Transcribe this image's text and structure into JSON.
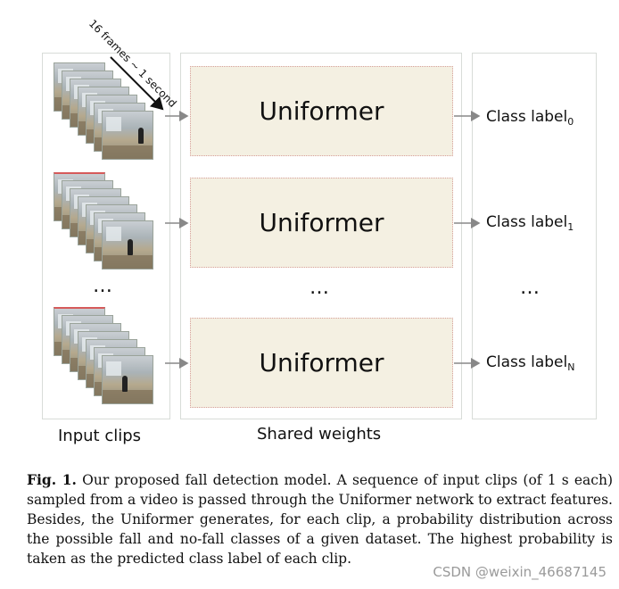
{
  "diagram": {
    "annotation": "16 frames ~ 1 second",
    "uniformer_label": "Uniformer",
    "class_labels": [
      {
        "base": "Class label",
        "sub": "0"
      },
      {
        "base": "Class label",
        "sub": "1"
      },
      {
        "base": "Class label",
        "sub": "N"
      }
    ],
    "ellipsis": "…",
    "panel_titles": {
      "input": "Input clips",
      "shared": "Shared weights"
    }
  },
  "caption": {
    "fig_label": "Fig. 1.",
    "text": " Our proposed fall detection model. A sequence of input clips (of 1 s each) sampled from a video is passed through the Uniformer network to extract features. Besides, the Uniformer generates, for each clip, a probability distribution across the possible fall and no-fall classes of a given dataset. The highest probability is taken as the predicted class label of each clip."
  },
  "watermark": "CSDN @weixin_46687145",
  "colors": {
    "uniformer_fill": "#f4f0e2",
    "uniformer_border": "#d7a09b",
    "panel_border": "#d8dcd8",
    "arrow": "#888888"
  }
}
